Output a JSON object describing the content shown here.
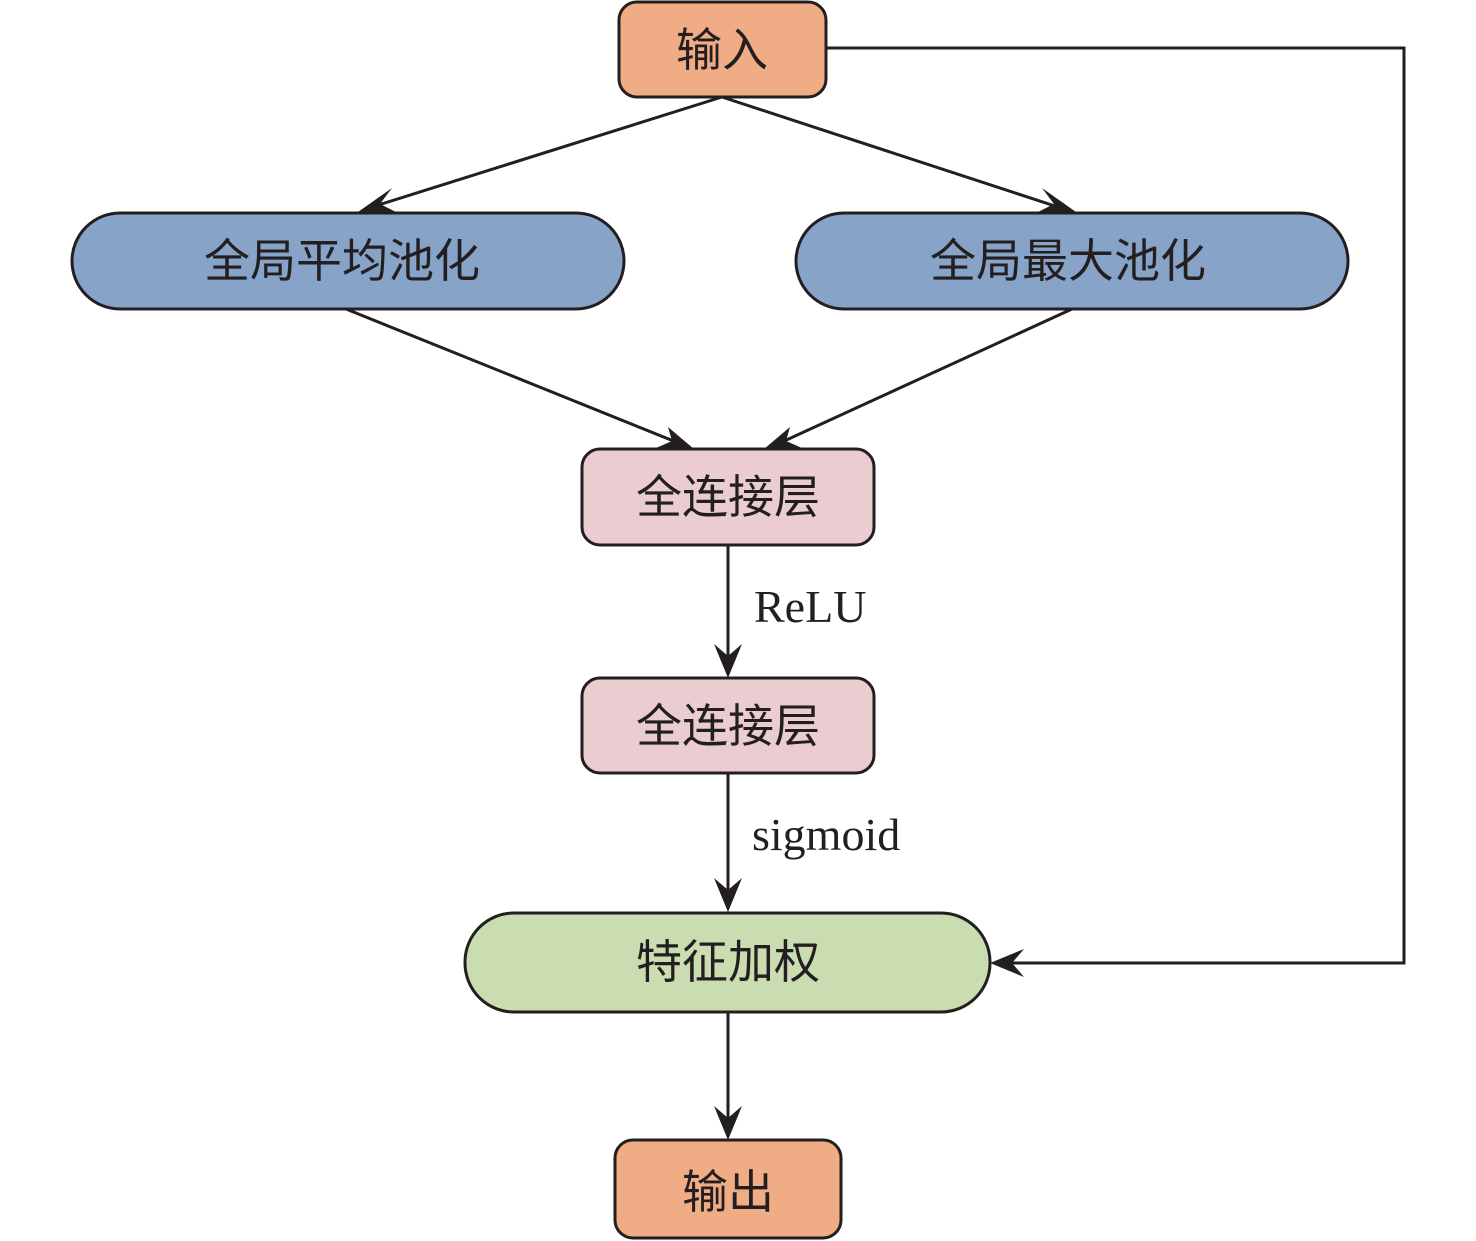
{
  "diagram": {
    "type": "flowchart",
    "nodes": {
      "input": {
        "label": "输入",
        "color": "#f0ac84"
      },
      "gap": {
        "label": "全局平均池化",
        "color": "#87a3c7"
      },
      "gmp": {
        "label": "全局最大池化",
        "color": "#87a3c7"
      },
      "fc1": {
        "label": "全连接层",
        "color": "#ebcdd1"
      },
      "fc2": {
        "label": "全连接层",
        "color": "#ebcdd1"
      },
      "weight": {
        "label": "特征加权",
        "color": "#c9ddb0"
      },
      "output": {
        "label": "输出",
        "color": "#f0ac84"
      }
    },
    "edges": {
      "fc1_fc2": {
        "label": "ReLU"
      },
      "fc2_weight": {
        "label": "sigmoid"
      }
    },
    "connections": [
      [
        "input",
        "gap"
      ],
      [
        "input",
        "gmp"
      ],
      [
        "gap",
        "fc1"
      ],
      [
        "gmp",
        "fc1"
      ],
      [
        "fc1",
        "fc2"
      ],
      [
        "fc2",
        "weight"
      ],
      [
        "input",
        "weight"
      ],
      [
        "weight",
        "output"
      ]
    ]
  }
}
